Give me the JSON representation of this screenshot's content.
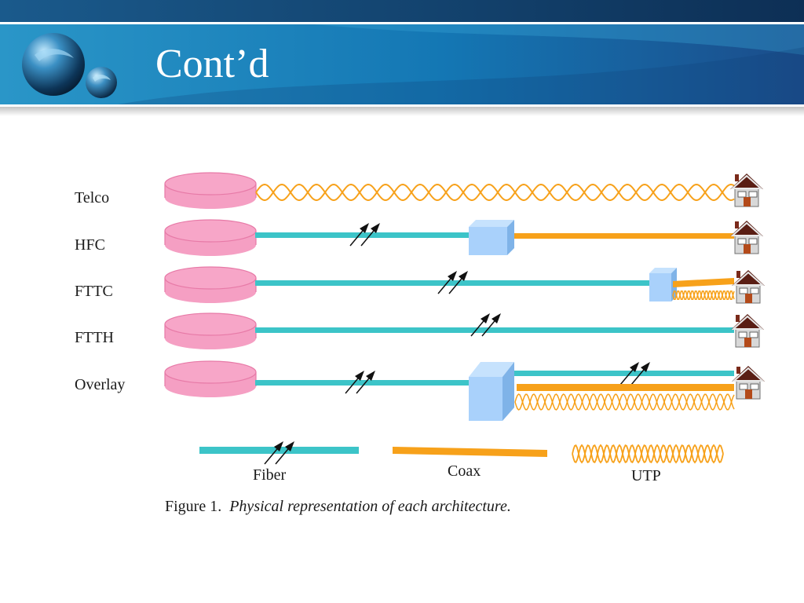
{
  "slide": {
    "title": "Cont’d"
  },
  "figure": {
    "rows": [
      {
        "label": "Telco",
        "type": "utp"
      },
      {
        "label": "HFC",
        "type": "fiber-coax"
      },
      {
        "label": "FTTC",
        "type": "fiber-curb"
      },
      {
        "label": "FTTH",
        "type": "fiber"
      },
      {
        "label": "Overlay",
        "type": "overlay"
      }
    ],
    "legend": {
      "fiber": "Fiber",
      "coax": "Coax",
      "utp": "UTP"
    },
    "caption_prefix": "Figure 1.",
    "caption_text": "Physical representation of each architecture.",
    "colors": {
      "fiber": "#3cc4c8",
      "coax": "#f7a11a",
      "utp": "#f7a11a",
      "disk": "#f79ac0",
      "node": "#a9d1fb"
    }
  }
}
